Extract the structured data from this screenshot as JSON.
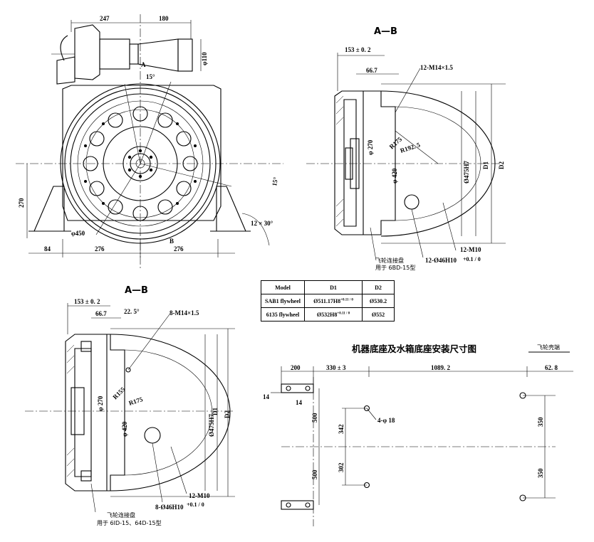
{
  "front_view": {
    "dims": {
      "d247": "247",
      "d180": "180",
      "d110": "φ110",
      "d15deg_top": "15°",
      "d15deg_side": "15°",
      "d270": "270",
      "d450": "φ450",
      "d84": "84",
      "d276_left": "276",
      "d276_right": "276",
      "d12x30": "12 × 30°"
    },
    "section_marks": {
      "a": "A",
      "b": "B"
    }
  },
  "section_top": {
    "title": "A—B",
    "dims": {
      "d153": "153 ± 0. 2",
      "d667": "66.7",
      "thread": "12-M14×1.5",
      "r175": "R175",
      "r1925": "R192. 5",
      "d270": "φ 270",
      "d420": "φ 420",
      "d475": "Ø475H7",
      "D1": "D1",
      "D2": "D2",
      "m10": "12-M10",
      "holes": "12-Ø46H10",
      "holes_tol": "+0.1 / 0"
    },
    "note_line1": "飞轮连接盘",
    "note_line2": "用于 6BD-15型"
  },
  "table": {
    "headers": [
      "Model",
      "D1",
      "D2"
    ],
    "rows": [
      {
        "model": "SAB1 flywheel",
        "d1": "Ø511.17H8",
        "d1_tol": "+0.11 / 0",
        "d2": "Ø530.2"
      },
      {
        "model": "6135 flywheel",
        "d1": "Ø532H8",
        "d1_tol": "+0.11 / 0",
        "d2": "Ø552"
      }
    ]
  },
  "section_bottom": {
    "title": "A—B",
    "dims": {
      "d153": "153 ± 0. 2",
      "d667": "66.7",
      "d225": "22. 5°",
      "thread": "8-M14×1.5",
      "r155": "R155",
      "r175": "R175",
      "d270": "φ 270",
      "d420": "φ 420",
      "d475": "Ø475H7",
      "D1": "D1",
      "D2": "D2",
      "m10": "12-M10",
      "holes": "8-Ø46H10",
      "holes_tol": "+0.1 / 0"
    },
    "note_line1": "飞轮连接盘",
    "note_line2": "用于 6ID-15、64D-15型"
  },
  "base_plan": {
    "title": "机器底座及水箱底座安装尺寸图",
    "corner_label": "飞轮壳端",
    "dims": {
      "d200": "200",
      "d330": "330 ± 3",
      "d1089": "1089. 2",
      "d628": "62. 8",
      "d14a": "14",
      "d14b": "14",
      "d500a": "500",
      "d500b": "500",
      "d342": "342",
      "d302": "302",
      "holes": "4-φ 18",
      "d350a": "350",
      "d350b": "350"
    }
  }
}
